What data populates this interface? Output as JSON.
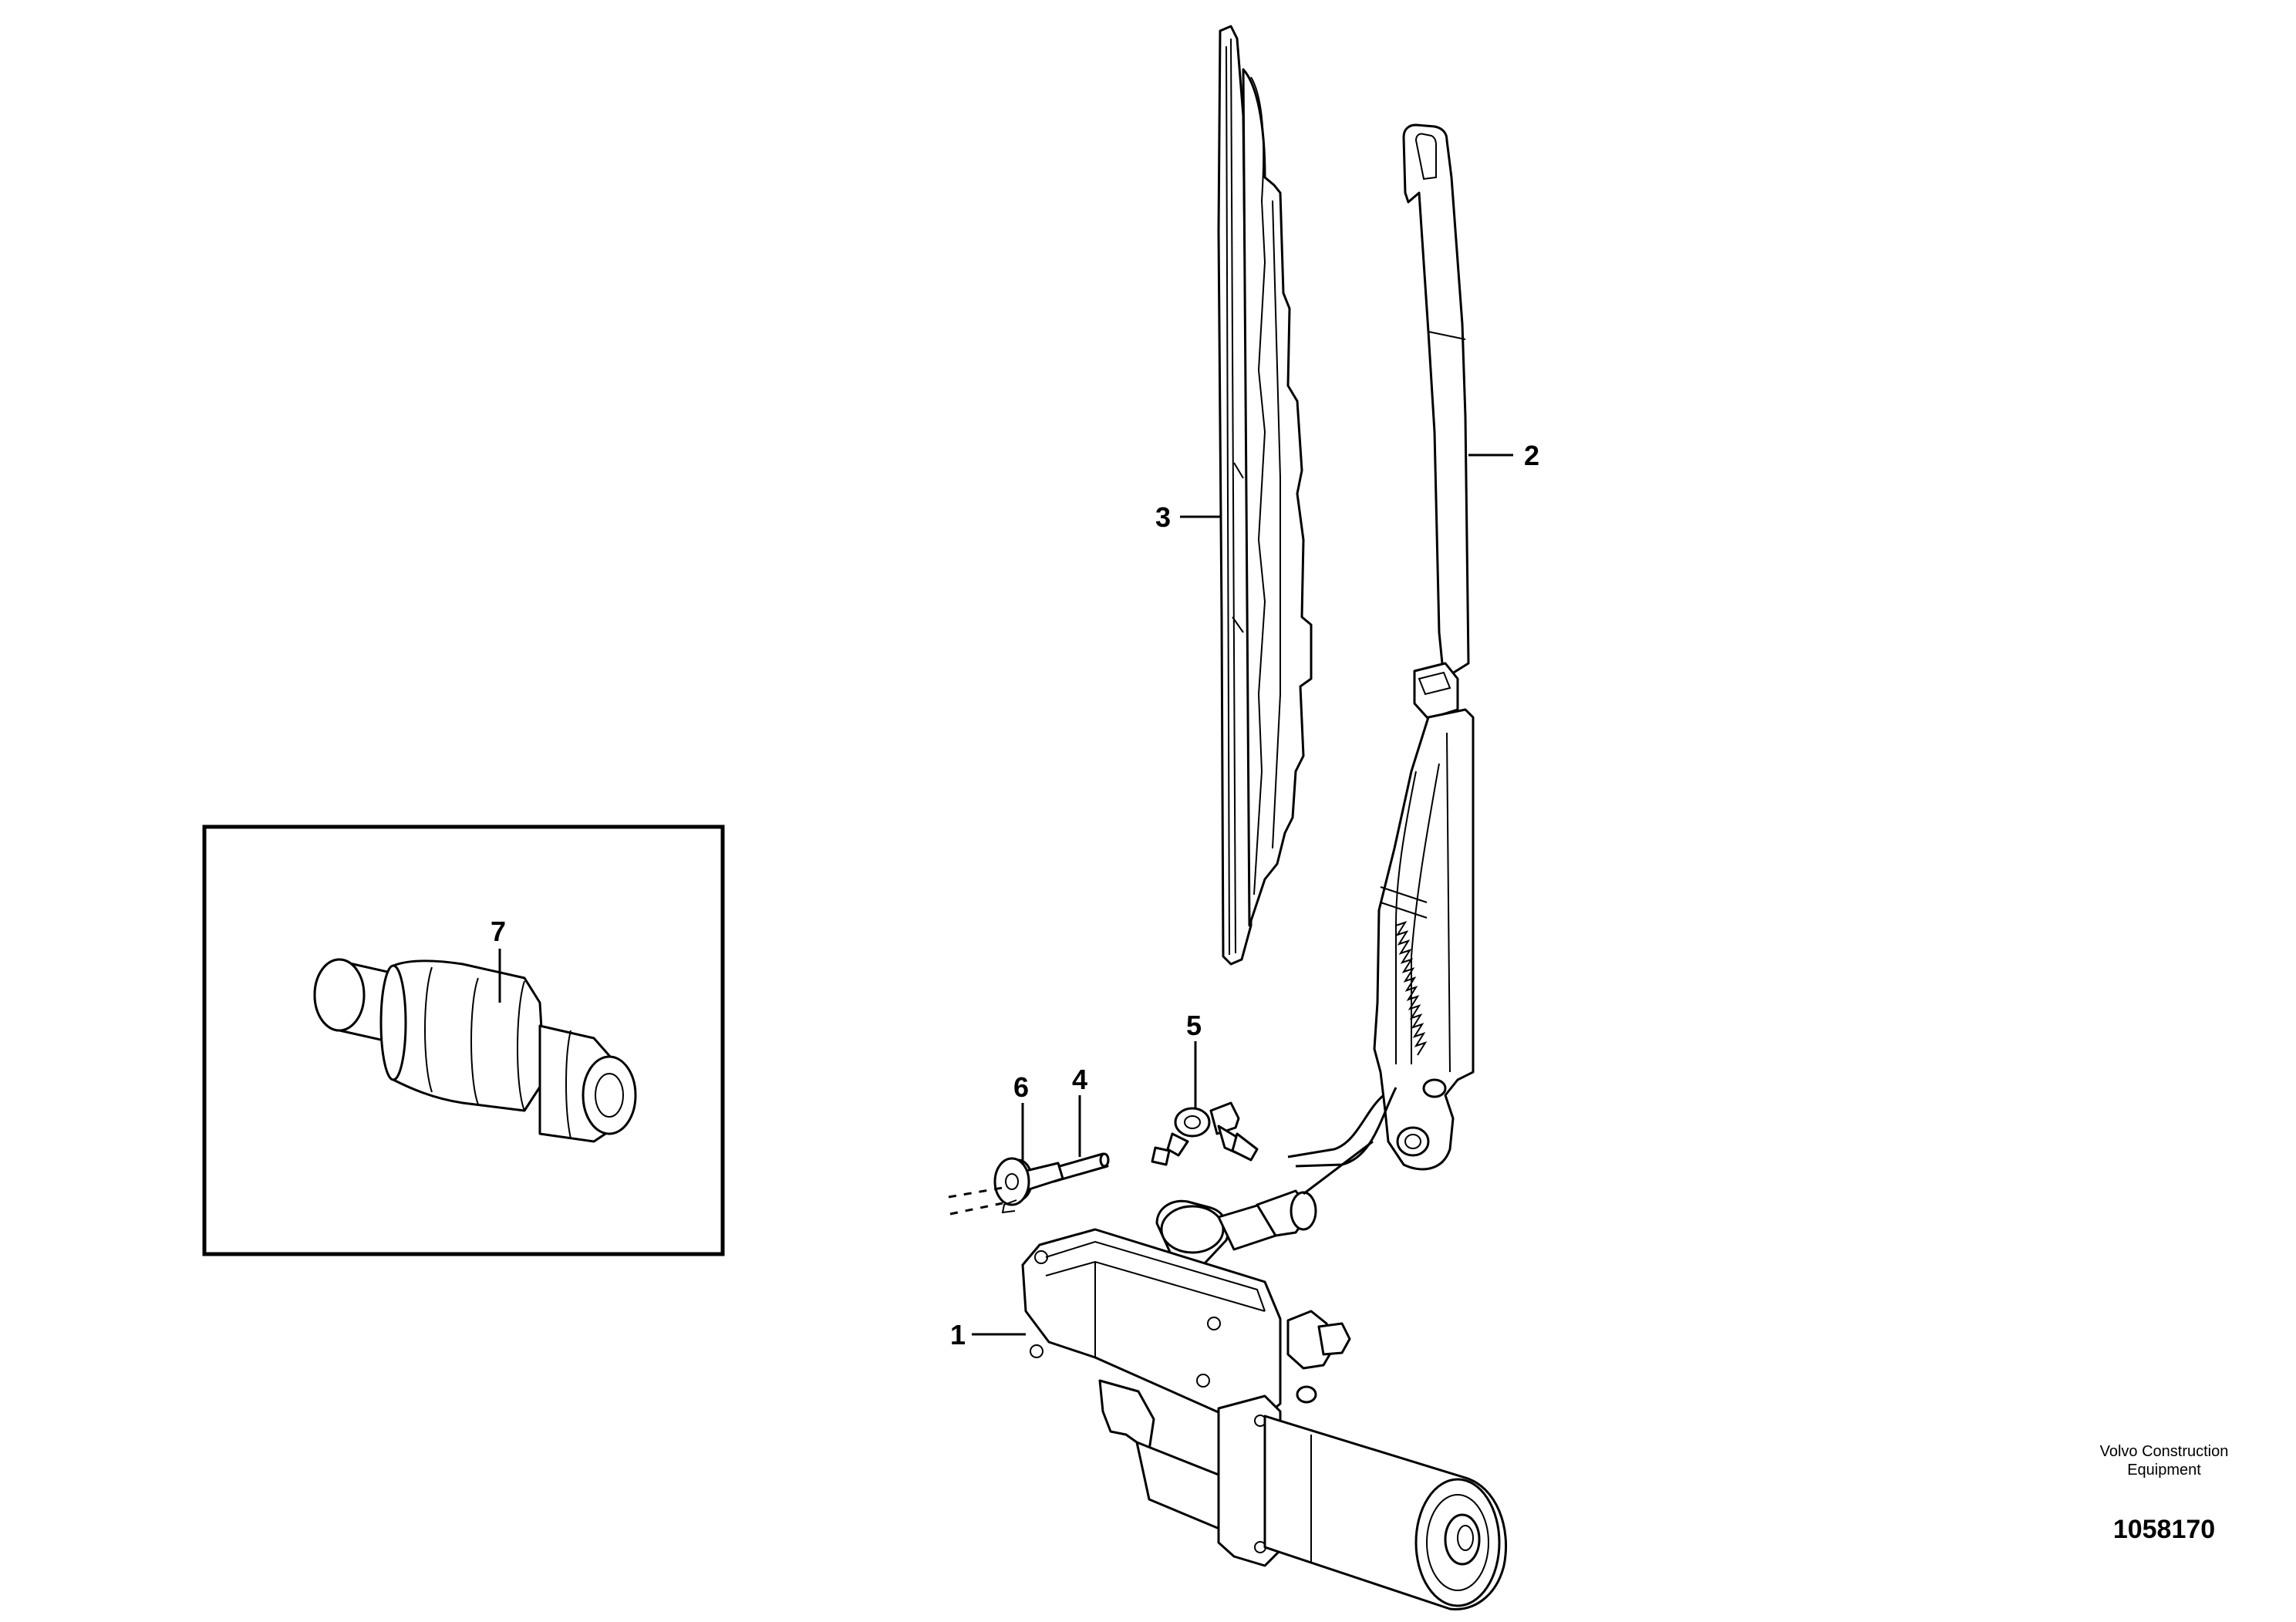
{
  "callouts": {
    "c1": "1",
    "c2": "2",
    "c3": "3",
    "c4": "4",
    "c5": "5",
    "c6": "6",
    "c7": "7"
  },
  "footer": {
    "company_line1": "Volvo Construction",
    "company_line2": "Equipment",
    "drawing_number": "1058170"
  }
}
